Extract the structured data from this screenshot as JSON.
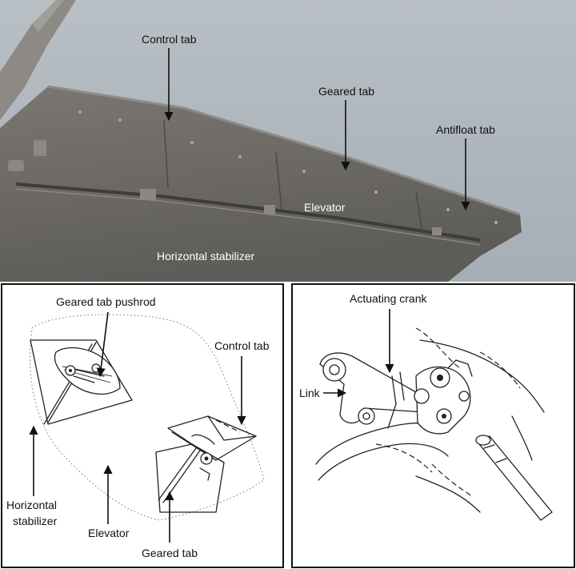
{
  "photo": {
    "labels": {
      "control_tab": "Control tab",
      "geared_tab": "Geared tab",
      "antifloat_tab": "Antifloat tab",
      "elevator": "Elevator",
      "horizontal_stabilizer": "Horizontal stabilizer"
    },
    "colors": {
      "sky": "#aeb6bd",
      "wing": "#6f6c67",
      "wing_shadow": "#555350"
    }
  },
  "left_drawing": {
    "labels": {
      "geared_tab_pushrod": "Geared tab pushrod",
      "control_tab": "Control tab",
      "horizontal_stabilizer_line1": "Horizontal",
      "horizontal_stabilizer_line2": "stabilizer",
      "elevator": "Elevator",
      "geared_tab": "Geared tab"
    }
  },
  "right_drawing": {
    "labels": {
      "actuating_crank": "Actuating crank",
      "link": "Link"
    }
  }
}
